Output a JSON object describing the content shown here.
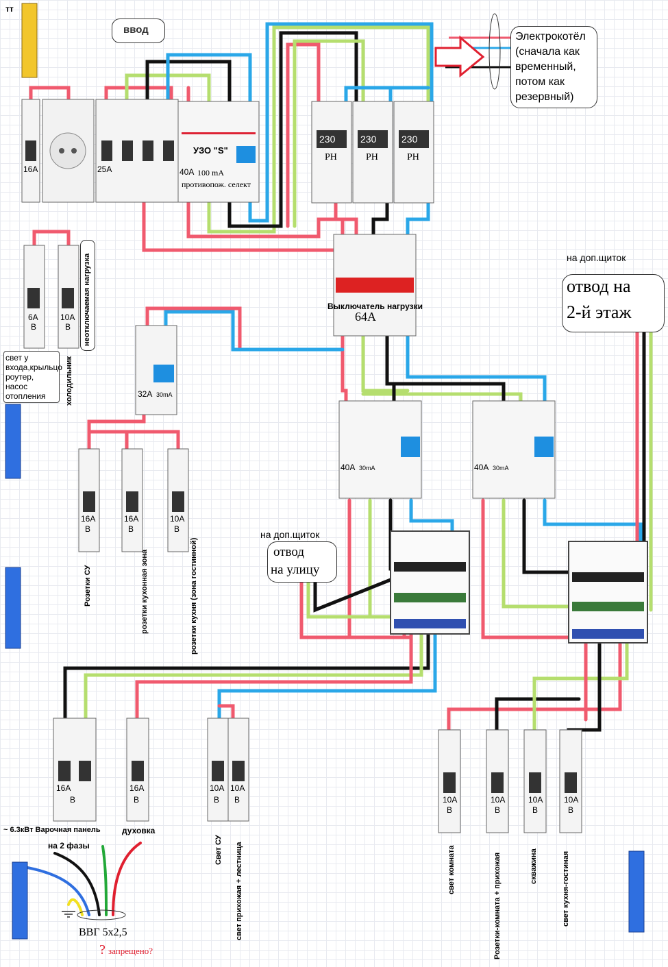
{
  "labels": {
    "tt": "тт",
    "vvod": "ввод",
    "boiler": [
      "Электрокотёл",
      "(сначала как",
      "временный,",
      "потом как",
      "резервный)"
    ],
    "uzo_s": "УЗО \"S\"",
    "uzo_rating": "40А",
    "uzo_ma": "100 mA",
    "uzo_fire": "противопож. селект",
    "breaker_16a": "16А",
    "breaker_25a": "25А",
    "rn_label": "РН",
    "rn_display": "230",
    "load_switch": "Выключатель нагрузки",
    "load_switch_rating": "64А",
    "dop_shield_top": "на доп.щиток",
    "second_floor": [
      "отвод на",
      "2-й этаж"
    ],
    "dop_shield_mid": "на доп.щиток",
    "street": [
      "отвод",
      "на улицу"
    ],
    "left_group": {
      "b6": "6А",
      "b10": "10А",
      "B": "В",
      "nonswitch": "неотключаемая нагрузка",
      "fridge": "холодильник",
      "light_text": [
        "свет у",
        "входа,крыльцо",
        "роутер,",
        "насос",
        "отопления"
      ]
    },
    "uzo32": "32А",
    "uzo32_ma": "30mA",
    "sockets": [
      {
        "rating": "16А",
        "type": "В",
        "name": "Розетки СУ"
      },
      {
        "rating": "16А",
        "type": "В",
        "name": "розетки кухонная зона"
      },
      {
        "rating": "10А",
        "type": "В",
        "name": "розетки кухня (зона гостинной)"
      }
    ],
    "rcd_left": {
      "rating": "40А",
      "ma": "30mA"
    },
    "rcd_right": {
      "rating": "40А",
      "ma": "30mA"
    },
    "bottom_left": [
      {
        "rating": "16А",
        "type": "В"
      },
      {
        "rating": "16А",
        "type": "В"
      },
      {
        "rating": "10А",
        "type": "В"
      },
      {
        "rating": "10А",
        "type": "В"
      }
    ],
    "hob": "~ 6.3кВт  Варочная панель",
    "two_phases": "на 2 фазы",
    "oven": "духовка",
    "light_su": "Свет СУ",
    "light_hall": "свет прихожая + лестница",
    "bottom_right": [
      {
        "rating": "10А",
        "type": "В",
        "name": "свет комната"
      },
      {
        "rating": "10А",
        "type": "В",
        "name": "Розетки-комната + прихожая"
      },
      {
        "rating": "10А",
        "type": "В",
        "name": "скважина"
      },
      {
        "rating": "10А",
        "type": "В",
        "name": "свет кухня-гостиная"
      }
    ],
    "cable": "ВВГ 5х2,5",
    "forbidden": "запрещено?",
    "question": "?"
  },
  "colors": {
    "red": "#f05a6e",
    "black": "#111111",
    "blue": "#2aa7e8",
    "green": "#b5de6e",
    "busbar_blue": "#2f6fe0",
    "busbar_yellow": "#f2c62c"
  }
}
